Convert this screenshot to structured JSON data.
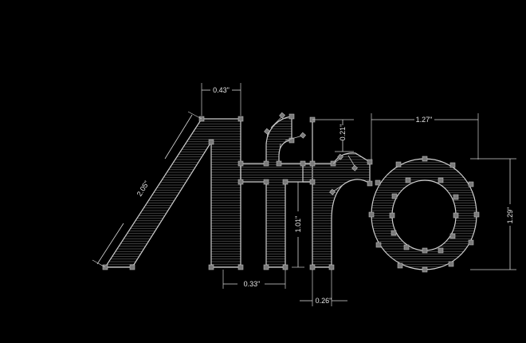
{
  "drawing": {
    "word": "Afro",
    "colors": {
      "background": "#000000",
      "outline": "#cfcfcf",
      "hatch": "#6a6a6a",
      "node": "#7a7a7a",
      "dimension": "#d8d8d8"
    },
    "dimensions": {
      "a_stroke_width": "0.43\"",
      "a_diagonal": "2.05\"",
      "f_crossbar_gap": "0.21\"",
      "f_stem_height": "1.01\"",
      "f_stem_width": "0.33\"",
      "r_stem_width": "0.26\"",
      "o_width": "1.27\"",
      "o_height": "1.29\""
    }
  }
}
